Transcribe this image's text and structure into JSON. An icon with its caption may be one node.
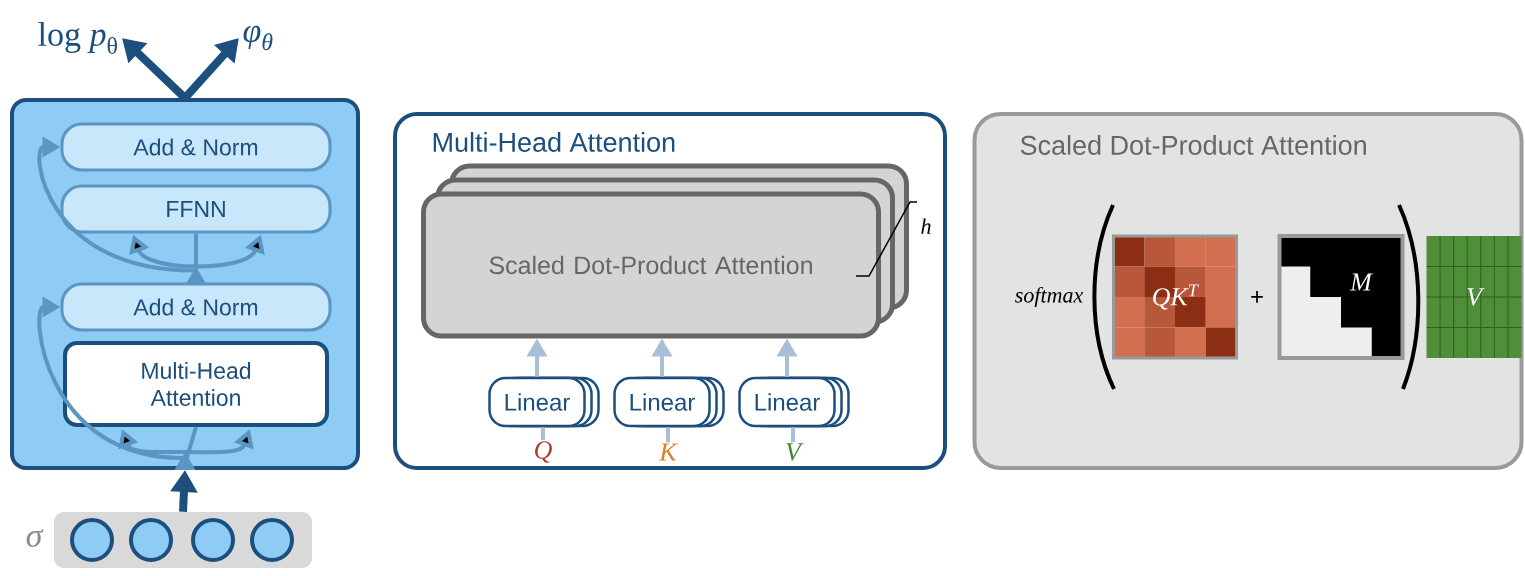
{
  "diagram": {
    "nodes": [
      {
        "text": [],
        "shape": "box"
      },
      {
        "text": [
          "Add & Norm"
        ],
        "in": 0
      },
      {
        "text": [
          "FFNN"
        ],
        "in": 0
      },
      {
        "text": [
          "Add & Norm"
        ],
        "in": 0
      },
      {
        "text": [
          "Multi-Head Attention"
        ],
        "in": 0
      },
      {
        "text": [],
        "shape": "bar",
        "beside": [
          "σ"
        ]
      },
      {
        "text": [],
        "shape": "circle",
        "in": 5
      },
      {
        "text": [],
        "shape": "circle",
        "in": 5
      },
      {
        "text": [],
        "shape": "circle",
        "in": 5
      },
      {
        "text": [],
        "shape": "circle",
        "in": 5
      },
      {
        "text": [
          "log *p*$_{θ}$"
        ]
      },
      {
        "text": [
          "φ$_{θ}$"
        ]
      },
      {
        "text": [
          "Multi-Head Attention"
        ]
      },
      {
        "text": [
          "Scaled Dot-Product Attention"
        ],
        "in": 12,
        "beside": [
          "h"
        ]
      },
      {
        "text": [
          "Linear"
        ],
        "in": 12
      },
      {
        "text": [
          "Linear"
        ],
        "in": 12
      },
      {
        "text": [
          "Linear"
        ],
        "in": 12
      },
      {
        "text": [
          "Q"
        ],
        "in": 12
      },
      {
        "text": [
          "K"
        ],
        "in": 12
      },
      {
        "text": [
          "V"
        ],
        "in": 12
      },
      {
        "text": [
          "Scaled Dot-Product Attention"
        ]
      },
      {
        "text": [
          "QK$^{T}$"
        ],
        "in": 20
      },
      {
        "text": [
          "M"
        ],
        "in": 20
      },
      {
        "text": [
          "V"
        ],
        "in": 20
      }
    ],
    "edges": [
      {
        "from": 0,
        "to": 10,
        "arrow": "to",
        "style": "thick",
        "color": "#1d4f7e"
      },
      {
        "from": 0,
        "to": 11,
        "arrow": "to",
        "style": "thick",
        "color": "#1d4f7e"
      },
      {
        "from": 5,
        "to": 0,
        "arrow": "to",
        "style": "thick",
        "color": "#1d4f7e"
      },
      {
        "from": null,
        "to": 4,
        "arrow": "to",
        "color": "#5b95c4"
      },
      {
        "from": null,
        "to": 3,
        "arrow": "to",
        "color": "#5b95c4"
      },
      {
        "from": 3,
        "to": 2,
        "arrow": "to",
        "color": "#5b95c4"
      },
      {
        "from": 3,
        "to": 1,
        "arrow": "to",
        "color": "#5b95c4"
      },
      {
        "from": 17,
        "to": 14,
        "arrow": "none",
        "color": "#a9bfd6"
      },
      {
        "from": 18,
        "to": 15,
        "arrow": "none",
        "color": "#a9bfd6"
      },
      {
        "from": 19,
        "to": 16,
        "arrow": "none",
        "color": "#a9bfd6"
      },
      {
        "from": 14,
        "to": 13,
        "arrow": "to",
        "color": "#a9bfd6"
      },
      {
        "from": 15,
        "to": 13,
        "arrow": "to",
        "color": "#a9bfd6"
      },
      {
        "from": 16,
        "to": 13,
        "arrow": "to",
        "color": "#a9bfd6"
      }
    ],
    "labels": [
      "softmax",
      "+"
    ]
  }
}
